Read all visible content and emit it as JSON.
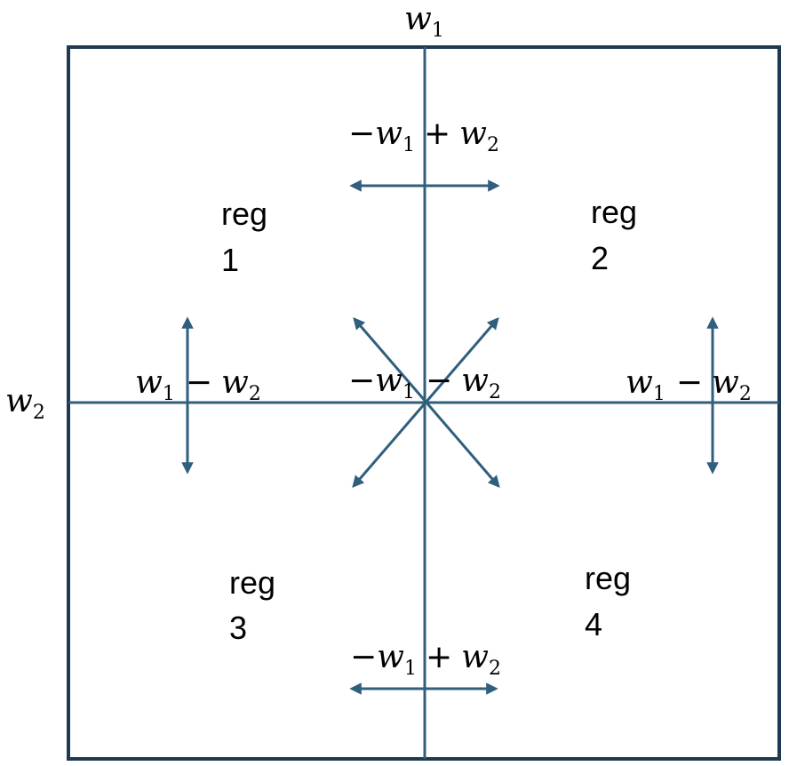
{
  "colors": {
    "frame": "#1f3a50",
    "axis": "#2f5f7d",
    "arrow": "#2f5f7d",
    "text": "#000000"
  },
  "axes": {
    "w1": {
      "symbol": "w",
      "sub": "1"
    },
    "w2": {
      "symbol": "w",
      "sub": "2"
    }
  },
  "regions": [
    {
      "word": "reg",
      "number": "1"
    },
    {
      "word": "reg",
      "number": "2"
    },
    {
      "word": "reg",
      "number": "3"
    },
    {
      "word": "reg",
      "number": "4"
    }
  ],
  "expressions": {
    "neg_w1_plus_w2": {
      "minus": "−",
      "w1": "w",
      "sub1": "1",
      "plus": "+",
      "w2": "w",
      "sub2": "2"
    },
    "neg_w1_minus_w2": {
      "minus": "−",
      "w1": "w",
      "sub1": "1",
      "minus2": "−",
      "w2": "w",
      "sub2": "2"
    },
    "w1_minus_w2": {
      "w1": "w",
      "sub1": "1",
      "minus": "−",
      "w2": "w",
      "sub2": "2"
    }
  }
}
